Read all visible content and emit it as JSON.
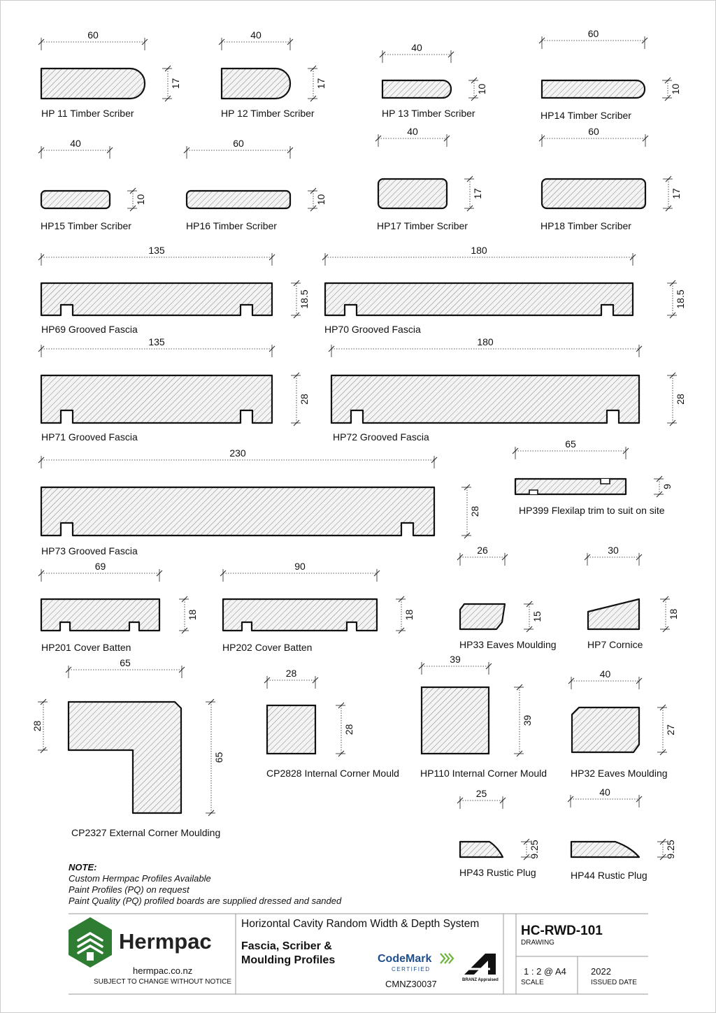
{
  "colors": {
    "line": "#111111",
    "hatch": "#555555",
    "fill": "#f2f2f2",
    "brand": "#2e7d32",
    "frame": "#999999"
  },
  "profiles": [
    {
      "id": "hp11",
      "label": "HP 11 Timber Scriber",
      "width": "60",
      "height": "17"
    },
    {
      "id": "hp12",
      "label": "HP 12 Timber Scriber",
      "width": "40",
      "height": "17"
    },
    {
      "id": "hp13",
      "label": "HP 13 Timber Scriber",
      "width": "40",
      "height": "10"
    },
    {
      "id": "hp14",
      "label": "HP14 Timber Scriber",
      "width": "60",
      "height": "10"
    },
    {
      "id": "hp15",
      "label": "HP15 Timber Scriber",
      "width": "40",
      "height": "10"
    },
    {
      "id": "hp16",
      "label": "HP16 Timber Scriber",
      "width": "60",
      "height": "10"
    },
    {
      "id": "hp17",
      "label": "HP17 Timber Scriber",
      "width": "40",
      "height": "17"
    },
    {
      "id": "hp18",
      "label": "HP18 Timber Scriber",
      "width": "60",
      "height": "17"
    },
    {
      "id": "hp69",
      "label": "HP69 Grooved Fascia",
      "width": "135",
      "height": "18.5"
    },
    {
      "id": "hp70",
      "label": "HP70 Grooved Fascia",
      "width": "180",
      "height": "18.5"
    },
    {
      "id": "hp71",
      "label": "HP71 Grooved Fascia",
      "width": "135",
      "height": "28"
    },
    {
      "id": "hp72",
      "label": "HP72 Grooved Fascia",
      "width": "180",
      "height": "28"
    },
    {
      "id": "hp73",
      "label": "HP73 Grooved Fascia",
      "width": "230",
      "height": "28"
    },
    {
      "id": "hp399",
      "label": "HP399 Flexilap trim to suit on site",
      "width": "65",
      "height": "9"
    },
    {
      "id": "hp201",
      "label": "HP201 Cover Batten",
      "width": "69",
      "height": "18"
    },
    {
      "id": "hp202",
      "label": "HP202 Cover Batten",
      "width": "90",
      "height": "18"
    },
    {
      "id": "hp33",
      "label": "HP33 Eaves Moulding",
      "width": "26",
      "height": "15"
    },
    {
      "id": "hp7",
      "label": "HP7 Cornice",
      "width": "30",
      "height": "18"
    },
    {
      "id": "cp2327",
      "label": "CP2327 External Corner Moulding",
      "width": "65",
      "height": "65",
      "height2": "28"
    },
    {
      "id": "cp2828",
      "label": "CP2828 Internal Corner Mould",
      "width": "28",
      "height": "28"
    },
    {
      "id": "hp110",
      "label": "HP110 Internal Corner Mould",
      "width": "39",
      "height": "39"
    },
    {
      "id": "hp32",
      "label": "HP32 Eaves Moulding",
      "width": "40",
      "height": "27"
    },
    {
      "id": "hp43",
      "label": "HP43 Rustic Plug",
      "width": "25",
      "height": "9.25"
    },
    {
      "id": "hp44",
      "label": "HP44 Rustic Plug",
      "width": "40",
      "height": "9.25"
    }
  ],
  "note": {
    "heading": "NOTE:",
    "lines": [
      "Custom Hermpac Profiles Available",
      "Paint Profiles (PQ) on request",
      "Paint Quality (PQ) profiled boards are supplied dressed and sanded"
    ]
  },
  "title_block": {
    "brand": "Hermpac",
    "website": "hermpac.co.nz",
    "disclaimer": "SUBJECT TO CHANGE WITHOUT NOTICE",
    "system": "Horizontal Cavity Random Width & Depth System",
    "title_line1": "Fascia, Scriber &",
    "title_line2": "Moulding Profiles",
    "codemark": "CodeMark",
    "codemark_sub": "CERTIFIED",
    "cert_no": "CMNZ30037",
    "branz": "BRANZ Appraised",
    "drawing_no": "HC-RWD-101",
    "drawing_label": "DRAWING",
    "scale": "1 : 2 @ A4",
    "scale_label": "SCALE",
    "date": "2022",
    "date_label": "ISSUED DATE"
  }
}
